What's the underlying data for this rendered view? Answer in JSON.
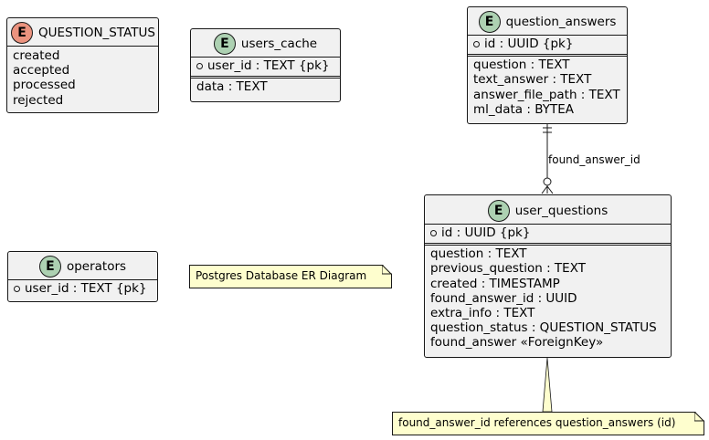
{
  "entities": {
    "question_status": {
      "badge": "E",
      "name": "QUESTION_STATUS",
      "values": [
        "created",
        "accepted",
        "processed",
        "rejected"
      ]
    },
    "users_cache": {
      "badge": "E",
      "name": "users_cache",
      "pk": [
        "user_id : TEXT {pk}"
      ],
      "fields": [
        "data : TEXT"
      ]
    },
    "question_answers": {
      "badge": "E",
      "name": "question_answers",
      "pk": [
        "id : UUID {pk}"
      ],
      "fields": [
        "question : TEXT",
        "text_answer : TEXT",
        "answer_file_path : TEXT",
        "ml_data : BYTEA"
      ]
    },
    "operators": {
      "badge": "E",
      "name": "operators",
      "pk": [
        "user_id : TEXT {pk}"
      ]
    },
    "user_questions": {
      "badge": "E",
      "name": "user_questions",
      "pk": [
        "id : UUID {pk}"
      ],
      "fields": [
        "question : TEXT",
        "previous_question : TEXT",
        "created : TIMESTAMP",
        "found_answer_id : UUID",
        "extra_info : TEXT",
        "question_status : QUESTION_STATUS",
        "found_answer «ForeignKey»"
      ]
    }
  },
  "relationship": {
    "label": "found_answer_id"
  },
  "notes": {
    "diagram_title": "Postgres Database ER Diagram",
    "fk_note": "found_answer_id references question_answers (id)"
  },
  "colors": {
    "entity_fill": "#f1f1f1",
    "entity_badge": "#add1b2",
    "enum_badge": "#eb937f",
    "note_fill": "#fefece",
    "line": "#181818"
  }
}
